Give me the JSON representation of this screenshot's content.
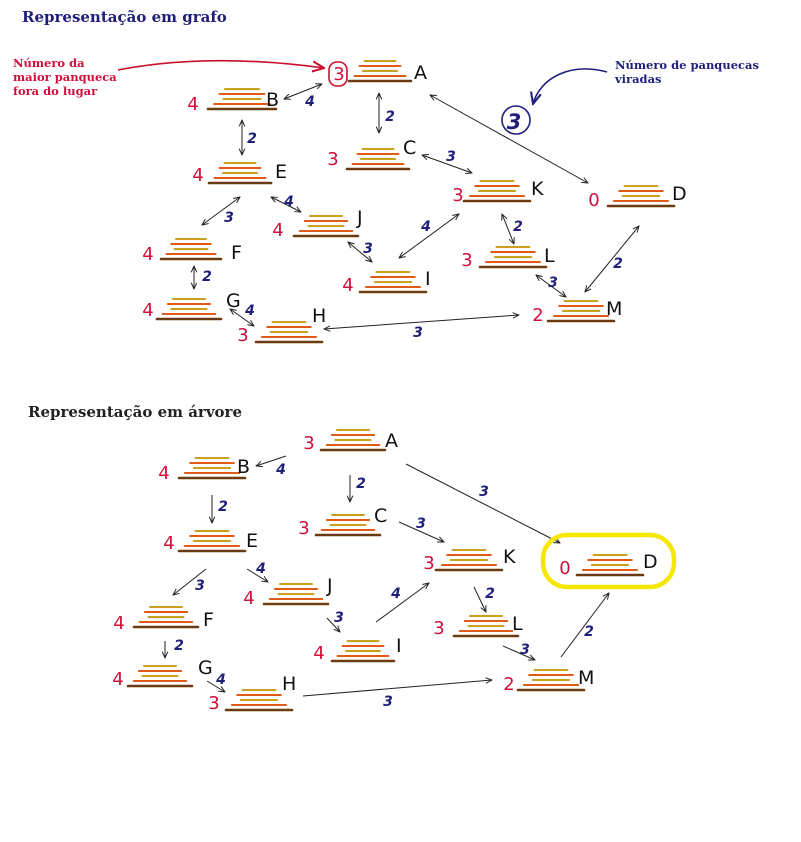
{
  "graph_title": "Representação em grafo",
  "tree_title": "Representação em árvore",
  "legend_largest": "Número da maior panqueca fora do lugar",
  "legend_flipped": "Número de panquecas viradas",
  "legend_largest_example": "3",
  "legend_flipped_example": "3",
  "graph_nodes": [
    {
      "id": "A",
      "value": "3"
    },
    {
      "id": "B",
      "value": "4"
    },
    {
      "id": "C",
      "value": "3"
    },
    {
      "id": "D",
      "value": "0"
    },
    {
      "id": "E",
      "value": "4"
    },
    {
      "id": "J",
      "value": "4"
    },
    {
      "id": "K",
      "value": "3"
    },
    {
      "id": "F",
      "value": "4"
    },
    {
      "id": "L",
      "value": "3"
    },
    {
      "id": "I",
      "value": "4"
    },
    {
      "id": "G",
      "value": "4"
    },
    {
      "id": "H",
      "value": "3"
    },
    {
      "id": "M",
      "value": "2"
    }
  ],
  "graph_edges": [
    {
      "from": "A",
      "to": "B",
      "flips": "4"
    },
    {
      "from": "A",
      "to": "C",
      "flips": "2"
    },
    {
      "from": "A",
      "to": "D",
      "flips": ""
    },
    {
      "from": "B",
      "to": "E",
      "flips": "2"
    },
    {
      "from": "C",
      "to": "K",
      "flips": "3"
    },
    {
      "from": "E",
      "to": "F",
      "flips": "3"
    },
    {
      "from": "E",
      "to": "J",
      "flips": "4"
    },
    {
      "from": "J",
      "to": "I",
      "flips": "3"
    },
    {
      "from": "K",
      "to": "I",
      "flips": "4"
    },
    {
      "from": "K",
      "to": "L",
      "flips": "2"
    },
    {
      "from": "F",
      "to": "G",
      "flips": "2"
    },
    {
      "from": "G",
      "to": "H",
      "flips": "4"
    },
    {
      "from": "H",
      "to": "M",
      "flips": "3"
    },
    {
      "from": "L",
      "to": "M",
      "flips": "3"
    },
    {
      "from": "M",
      "to": "D",
      "flips": "2"
    }
  ],
  "tree_nodes": [
    {
      "id": "A",
      "value": "3"
    },
    {
      "id": "B",
      "value": "4"
    },
    {
      "id": "C",
      "value": "3"
    },
    {
      "id": "E",
      "value": "4"
    },
    {
      "id": "K",
      "value": "3"
    },
    {
      "id": "D",
      "value": "0"
    },
    {
      "id": "J",
      "value": "4"
    },
    {
      "id": "F",
      "value": "4"
    },
    {
      "id": "L",
      "value": "3"
    },
    {
      "id": "I",
      "value": "4"
    },
    {
      "id": "G",
      "value": "4"
    },
    {
      "id": "M",
      "value": "2"
    },
    {
      "id": "H",
      "value": "3"
    }
  ],
  "tree_edges": [
    {
      "from": "A",
      "to": "B",
      "flips": "4"
    },
    {
      "from": "A",
      "to": "C",
      "flips": "2"
    },
    {
      "from": "A",
      "to": "D",
      "flips": "3"
    },
    {
      "from": "B",
      "to": "E",
      "flips": "2"
    },
    {
      "from": "C",
      "to": "K",
      "flips": "3"
    },
    {
      "from": "E",
      "to": "F",
      "flips": "3"
    },
    {
      "from": "E",
      "to": "J",
      "flips": "4"
    },
    {
      "from": "J",
      "to": "I",
      "flips": "3"
    },
    {
      "from": "I",
      "to": "K",
      "flips": "4"
    },
    {
      "from": "K",
      "to": "L",
      "flips": "2"
    },
    {
      "from": "F",
      "to": "G",
      "flips": "2"
    },
    {
      "from": "G",
      "to": "H",
      "flips": "4"
    },
    {
      "from": "H",
      "to": "M",
      "flips": "3"
    },
    {
      "from": "L",
      "to": "M",
      "flips": "3"
    },
    {
      "from": "M",
      "to": "D",
      "flips": "2"
    }
  ],
  "goal_node": "D",
  "colors": {
    "value_red": "#d0103a",
    "flip_blue": "#1f1f7a",
    "edge_dark": "#222222",
    "highlight_yellow": "#f5e800",
    "pancake_dark": "#6b3a10",
    "pancake_orange": "#e05a18",
    "pancake_gold": "#c9a020"
  }
}
